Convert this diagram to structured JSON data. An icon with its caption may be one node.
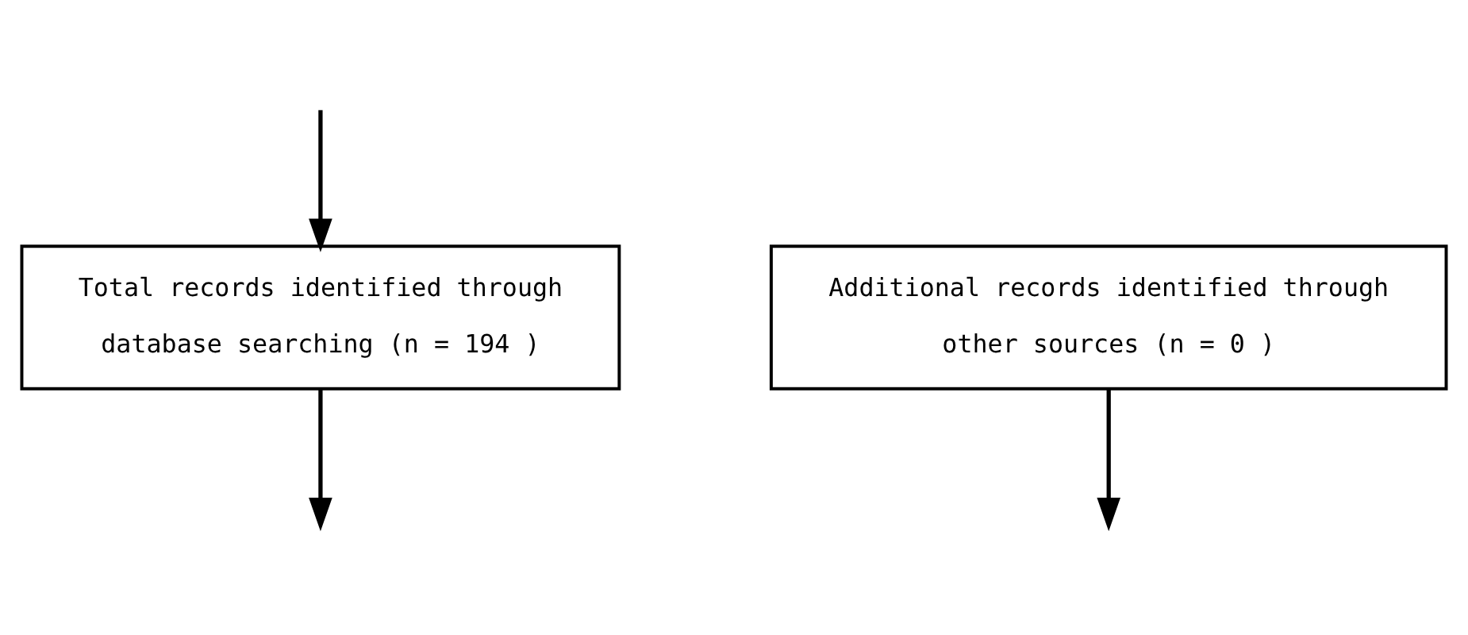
{
  "diagram": {
    "nodes": [
      {
        "text": [
          "Total records identified through database searching (n = 194 )"
        ]
      },
      {
        "text": [
          "Additional records identified through other sources (n = 0 )"
        ]
      }
    ],
    "edges": [
      {
        "from": null,
        "to": 0,
        "arrow": "to"
      },
      {
        "from": 0,
        "to": null,
        "arrow": "to"
      },
      {
        "from": 1,
        "to": null,
        "arrow": "to"
      }
    ]
  }
}
